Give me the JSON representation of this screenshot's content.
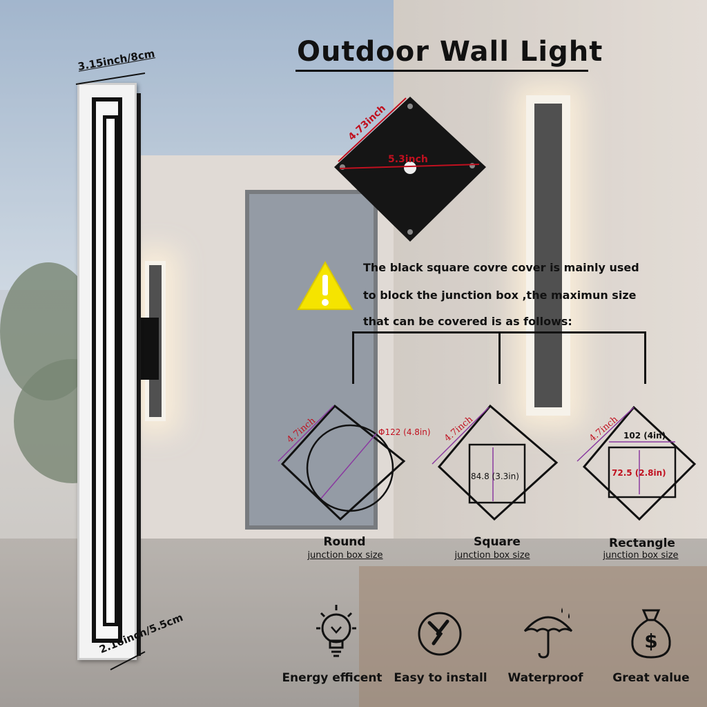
{
  "title": "Outdoor Wall Light",
  "dimensions": {
    "top_width": "3.15inch/8cm",
    "bottom_depth": "2.16inch/5.5cm",
    "plate_side": "4.73inch",
    "plate_diagonal": "5.3inch"
  },
  "note_lines": [
    "The black square covre cover is mainly used",
    "to block the junction box ,the maximun size",
    "that can be covered is as follows:"
  ],
  "junction_boxes": [
    {
      "name": "Round",
      "sub": "junction box size",
      "side": "4.7inch",
      "measure": "Φ122 (4.8in)"
    },
    {
      "name": "Square",
      "sub": "junction box size",
      "side": "4.7inch",
      "measure": "84.8 (3.3in)"
    },
    {
      "name": "Rectangle",
      "sub": "junction box size",
      "side": "4.7inch",
      "measure_w": "102 (4in)",
      "measure_h": "72.5 (2.8in)"
    }
  ],
  "features": [
    {
      "label": "Energy efficent",
      "icon": "lightbulb-icon"
    },
    {
      "label": "Easy to install",
      "icon": "wrench-icon"
    },
    {
      "label": "Waterproof",
      "icon": "umbrella-icon"
    },
    {
      "label": "Great value",
      "icon": "money-bag-icon"
    }
  ],
  "colors": {
    "accent": "#c0101f",
    "dim_violet": "#8a3aa0"
  }
}
